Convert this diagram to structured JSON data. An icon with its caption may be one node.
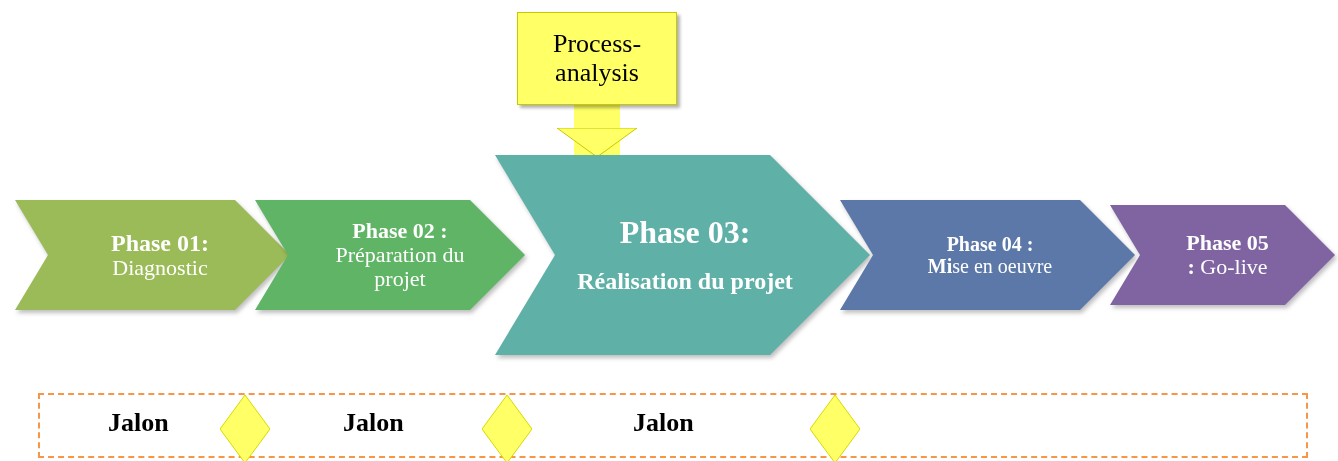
{
  "diagram": {
    "nodes": [
      {
        "text": [
          "Phase 01:",
          "Diagnostic"
        ]
      },
      {
        "text": [
          "Phase 02 :",
          "Préparation du projet"
        ]
      },
      {
        "text": [
          "Phase 03:",
          "Réalisation du projet"
        ]
      },
      {
        "text": [
          "Phase 04 :",
          "**Mi**se en oeuvre"
        ]
      },
      {
        "text": [
          "Phase 05",
          "**:** Go-live"
        ]
      },
      {
        "text": [
          "Process-analysis"
        ]
      },
      {
        "text": [],
        "shape": "box"
      },
      {
        "text": [],
        "shape": "diamond",
        "in": 6
      },
      {
        "text": [],
        "shape": "diamond",
        "in": 6
      },
      {
        "text": [],
        "shape": "diamond",
        "in": 6
      }
    ],
    "labels": [
      "Jalon",
      "Jalon",
      "Jalon"
    ],
    "edges": [
      {
        "from": 5,
        "to": 2,
        "arrow": "to"
      }
    ]
  }
}
